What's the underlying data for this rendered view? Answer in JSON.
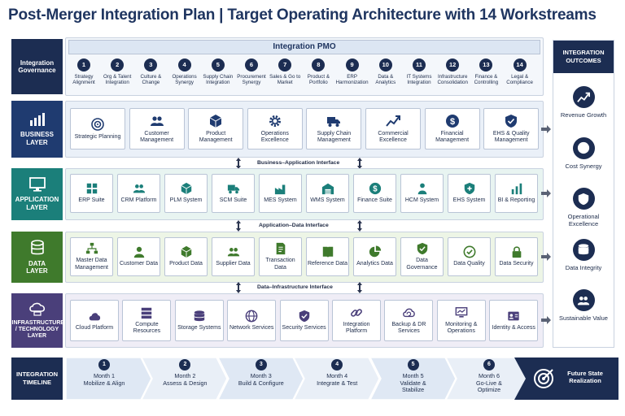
{
  "title": "Post-Merger Integration Plan | Target Operating Architecture with 14 Workstreams",
  "governance": {
    "label": "Integration Governance",
    "pmo_title": "Integration PMO",
    "workstreams": [
      {
        "num": "1",
        "label": "Strategy Alignment"
      },
      {
        "num": "2",
        "label": "Org & Talent Integration"
      },
      {
        "num": "3",
        "label": "Culture & Change"
      },
      {
        "num": "4",
        "label": "Operations Synergy"
      },
      {
        "num": "5",
        "label": "Supply Chain Integration"
      },
      {
        "num": "6",
        "label": "Procurement Synergy"
      },
      {
        "num": "7",
        "label": "Sales & Go to Market"
      },
      {
        "num": "8",
        "label": "Product & Portfolio"
      },
      {
        "num": "9",
        "label": "ERP Harmonization"
      },
      {
        "num": "10",
        "label": "Data & Analytics"
      },
      {
        "num": "11",
        "label": "IT Systems Integration"
      },
      {
        "num": "12",
        "label": "Infrastructure Consolidation"
      },
      {
        "num": "13",
        "label": "Finance & Controlling"
      },
      {
        "num": "14",
        "label": "Legal & Compliance"
      }
    ]
  },
  "layers": {
    "business": {
      "label": "BUSINESS LAYER",
      "color": "#1f3b70",
      "cards": [
        "Strategic Planning",
        "Customer Management",
        "Product Management",
        "Operations Excellence",
        "Supply Chain Management",
        "Commercial Excellence",
        "Financial Management",
        "EHS & Quality Management"
      ]
    },
    "application": {
      "label": "APPLICATION LAYER",
      "color": "#1b7f7a",
      "cards": [
        "ERP Suite",
        "CRM Platform",
        "PLM System",
        "SCM Suite",
        "MES System",
        "WMS System",
        "Finance Suite",
        "HCM System",
        "EHS System",
        "BI & Reporting"
      ]
    },
    "data": {
      "label": "DATA LAYER",
      "color": "#3f7a2c",
      "cards": [
        "Master Data Management",
        "Customer Data",
        "Product Data",
        "Supplier Data",
        "Transaction Data",
        "Reference Data",
        "Analytics Data",
        "Data Governance",
        "Data Quality",
        "Data Security"
      ]
    },
    "infrastructure": {
      "label": "INFRASTRUCTURE / TECHNOLOGY LAYER",
      "color": "#4a3f7a",
      "cards": [
        "Cloud Platform",
        "Compute Resources",
        "Storage Systems",
        "Network Services",
        "Security Services",
        "Integration Platform",
        "Backup & DR Services",
        "Monitoring & Operations",
        "Identity & Access"
      ]
    }
  },
  "interfaces": {
    "business_application": "Business–Application Interface",
    "application_data": "Application–Data Interface",
    "data_infrastructure": "Data–Infrastructure Interface"
  },
  "outcomes": {
    "title": "INTEGRATION OUTCOMES",
    "items": [
      "Revenue Growth",
      "Cost Synergy",
      "Operational Excellence",
      "Data Integrity",
      "Sustainable Value"
    ]
  },
  "timeline": {
    "label": "INTEGRATION TIMELINE",
    "steps": [
      {
        "num": "1",
        "month": "Month 1",
        "label": "Mobilize & Align"
      },
      {
        "num": "2",
        "month": "Month 2",
        "label": "Assess & Design"
      },
      {
        "num": "3",
        "month": "Month 3",
        "label": "Build & Configure"
      },
      {
        "num": "4",
        "month": "Month 4",
        "label": "Integrate & Test"
      },
      {
        "num": "5",
        "month": "Month 5",
        "label": "Validate & Stabilize"
      },
      {
        "num": "6",
        "month": "Month 6",
        "label": "Go-Live & Optimize"
      }
    ],
    "final": "Future State Realization"
  }
}
